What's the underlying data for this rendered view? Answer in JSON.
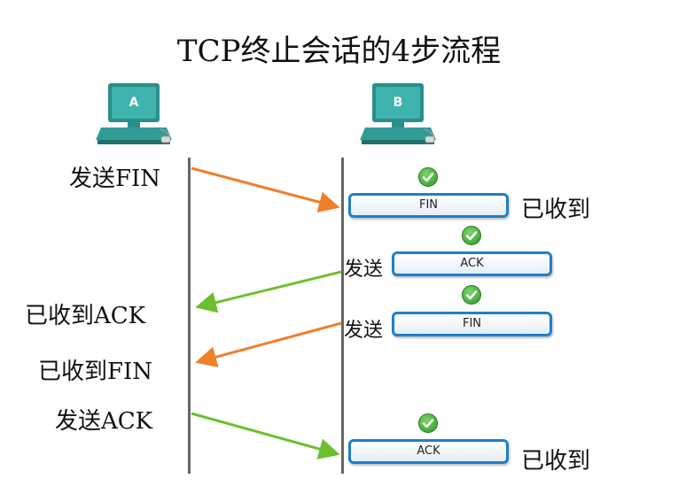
{
  "title": "TCP终止会话的4步流程",
  "hosts": {
    "a": "A",
    "b": "B"
  },
  "left_labels": {
    "send_fin": "发送FIN",
    "recv_ack": "已收到ACK",
    "recv_fin": "已收到FIN",
    "send_ack": "发送ACK"
  },
  "right": {
    "recv_fin": "已收到",
    "send_ack": "发送",
    "send_fin": "发送",
    "recv_ack": "已收到"
  },
  "packets": {
    "fin_1": "FIN",
    "ack_1": "ACK",
    "fin_2": "FIN",
    "ack_2": "ACK"
  },
  "colors": {
    "fin_arrow": "#f07f2a",
    "ack_arrow": "#6cbf2e",
    "timeline": "#666666",
    "packet_border": "#1f7fc9",
    "computer": "#3aa6a0"
  }
}
